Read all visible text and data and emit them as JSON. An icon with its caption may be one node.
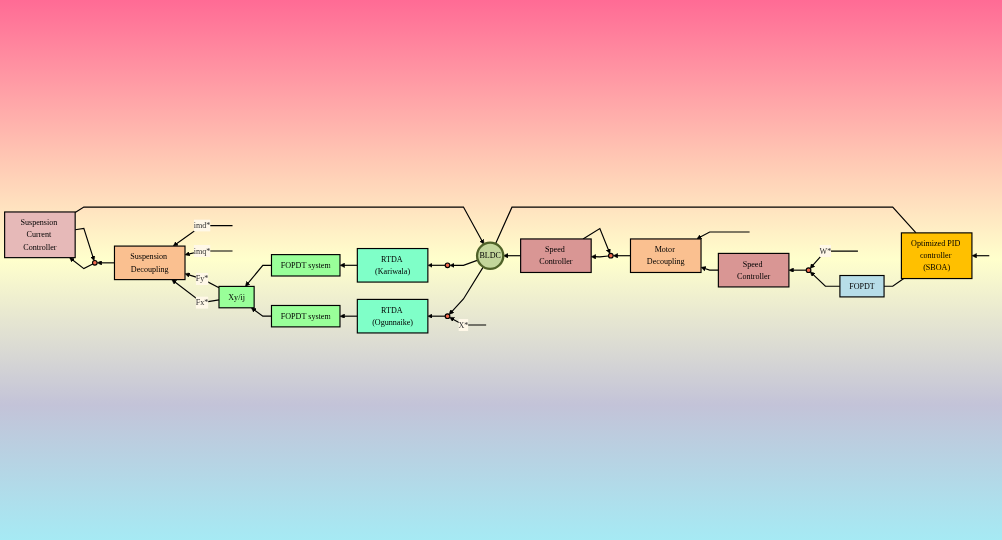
{
  "diagram": {
    "nodes": [
      {
        "text": [
          "Optimized PID controller (SBOA)"
        ]
      },
      {
        "text": [
          "FOPDT"
        ]
      },
      {
        "text": [],
        "shape": "circle"
      },
      {
        "text": [
          "Speed Controller"
        ]
      },
      {
        "text": [
          "Motor Decoupling"
        ]
      },
      {
        "text": [],
        "shape": "circle"
      },
      {
        "text": [
          "Speed Controller"
        ]
      },
      {
        "text": [
          "BLDC"
        ]
      },
      {
        "text": [
          "Suspension Current Controller"
        ]
      },
      {
        "text": [],
        "shape": "circle"
      },
      {
        "text": [
          "Suspension Decoupling"
        ]
      },
      {
        "text": [
          "Xy/ij"
        ]
      },
      {
        "text": [
          "FOPDT system"
        ]
      },
      {
        "text": [
          "FOPDT system"
        ]
      },
      {
        "text": [
          "RTDA (Ogunnaike)"
        ]
      },
      {
        "text": [
          "RTDA (Kariwala)"
        ]
      },
      {
        "text": [],
        "shape": "circle"
      },
      {
        "text": [],
        "shape": "circle"
      }
    ],
    "edges": [
      {
        "from": null,
        "to": 0,
        "arrow": "to"
      },
      {
        "from": 0,
        "to": 1,
        "arrow": "none"
      },
      {
        "from": 1,
        "to": 2,
        "arrow": "to"
      },
      {
        "from": null,
        "to": 2,
        "arrow": "to",
        "label": "W*"
      },
      {
        "from": 2,
        "to": 3,
        "arrow": "to"
      },
      {
        "from": 3,
        "to": 4,
        "arrow": "to"
      },
      {
        "from": null,
        "to": 4,
        "arrow": "to"
      },
      {
        "from": 4,
        "to": 5,
        "arrow": "to"
      },
      {
        "from": 5,
        "to": 6,
        "arrow": "to"
      },
      {
        "from": 6,
        "to": 7,
        "arrow": "to"
      },
      {
        "from": 6,
        "to": 5,
        "arrow": "to"
      },
      {
        "from": 7,
        "to": 0,
        "arrow": "none"
      },
      {
        "from": null,
        "to": 16,
        "arrow": "to",
        "label": "X*"
      },
      {
        "from": 7,
        "to": 16,
        "arrow": "to"
      },
      {
        "from": 7,
        "to": 17,
        "arrow": "to"
      },
      {
        "from": 16,
        "to": 14,
        "arrow": "to"
      },
      {
        "from": 17,
        "to": 15,
        "arrow": "to"
      },
      {
        "from": 14,
        "to": 12,
        "arrow": "to"
      },
      {
        "from": 15,
        "to": 13,
        "arrow": "to"
      },
      {
        "from": 12,
        "to": 11,
        "arrow": "to"
      },
      {
        "from": 13,
        "to": 11,
        "arrow": "to"
      },
      {
        "from": 11,
        "to": 10,
        "arrow": "to",
        "label": "Fx*"
      },
      {
        "from": 11,
        "to": 10,
        "arrow": "to",
        "label": "Fy*"
      },
      {
        "from": null,
        "to": 10,
        "arrow": "to",
        "label": "imd*"
      },
      {
        "from": null,
        "to": 10,
        "arrow": "to",
        "label": "imq*"
      },
      {
        "from": 10,
        "to": 9,
        "arrow": "to"
      },
      {
        "from": 9,
        "to": 8,
        "arrow": "to"
      },
      {
        "from": 8,
        "to": 7,
        "arrow": "to"
      },
      {
        "from": 8,
        "to": 9,
        "arrow": "to"
      }
    ]
  }
}
